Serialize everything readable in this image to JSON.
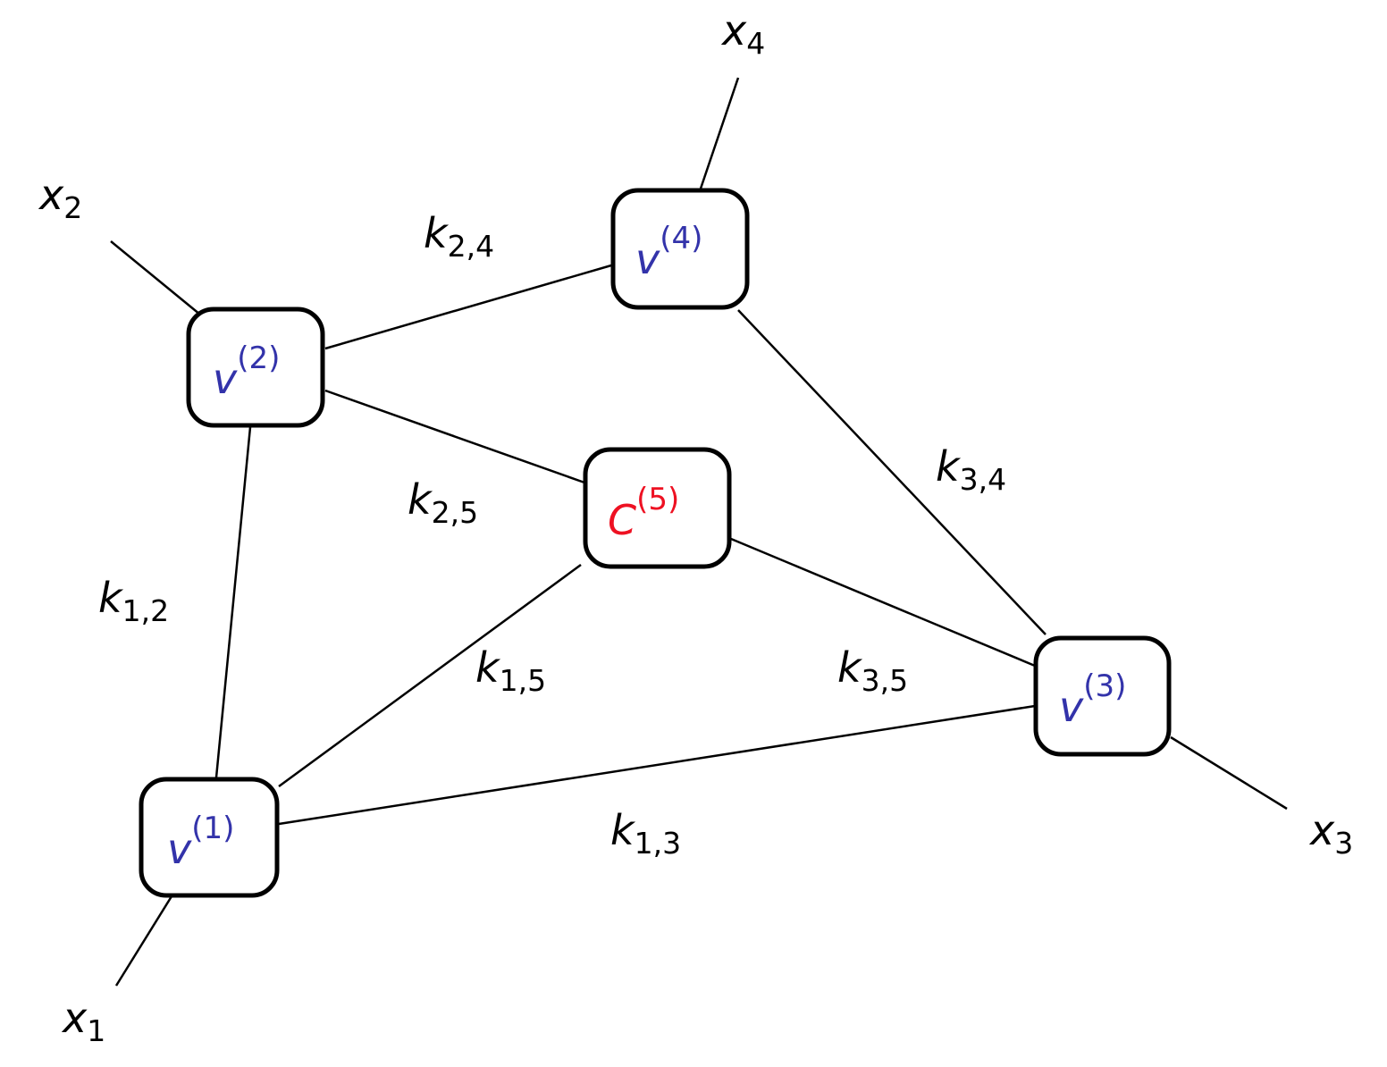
{
  "colors": {
    "variable_node": "#3333aa",
    "constraint_node": "#ee1122",
    "edge": "#000000"
  },
  "nodes": {
    "v1": {
      "base": "v",
      "sup": "(1)"
    },
    "v2": {
      "base": "v",
      "sup": "(2)"
    },
    "v3": {
      "base": "v",
      "sup": "(3)"
    },
    "v4": {
      "base": "v",
      "sup": "(4)"
    },
    "c5": {
      "base": "C",
      "sup": "(5)"
    }
  },
  "edge_labels": {
    "k12": {
      "base": "k",
      "sub": "1,2"
    },
    "k13": {
      "base": "k",
      "sub": "1,3"
    },
    "k15": {
      "base": "k",
      "sub": "1,5"
    },
    "k24": {
      "base": "k",
      "sub": "2,4"
    },
    "k25": {
      "base": "k",
      "sub": "2,5"
    },
    "k34": {
      "base": "k",
      "sub": "3,4"
    },
    "k35": {
      "base": "k",
      "sub": "3,5"
    }
  },
  "inputs": {
    "x1": {
      "base": "x",
      "sub": "1"
    },
    "x2": {
      "base": "x",
      "sub": "2"
    },
    "x3": {
      "base": "x",
      "sub": "3"
    },
    "x4": {
      "base": "x",
      "sub": "4"
    }
  }
}
